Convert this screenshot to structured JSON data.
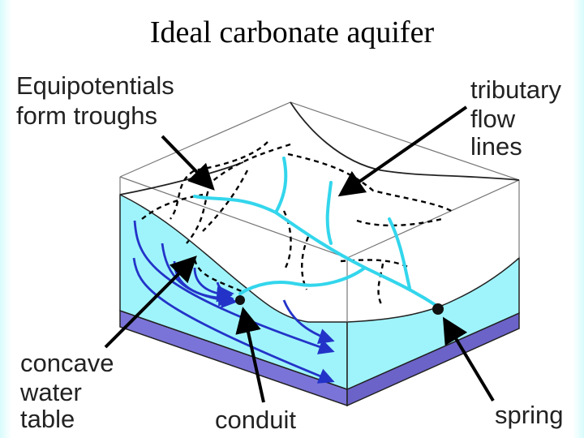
{
  "slide": {
    "title": "Ideal carbonate aquifer"
  },
  "labels": {
    "equipotentials": [
      "Equipotentials",
      "form troughs"
    ],
    "tributary": [
      "tributary",
      "flow",
      "lines"
    ],
    "water_table": [
      "concave",
      "water",
      "table"
    ],
    "conduit": "conduit",
    "spring": "spring"
  },
  "colors": {
    "water": "#9ff4fb",
    "flow_lines": "#33d6ec",
    "flow_arrows": "#2333c8",
    "base_layer": "#7b74d8",
    "equipotentials": "#000000"
  }
}
